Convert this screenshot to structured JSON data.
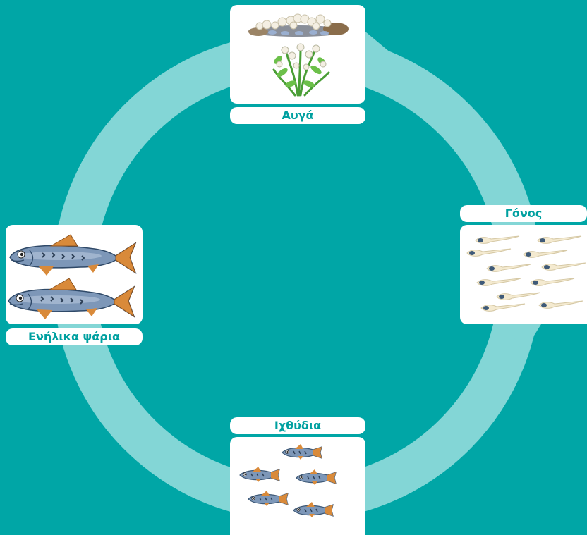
{
  "colors": {
    "background": "#00a6a6",
    "ring": "#83d6d6",
    "label_text": "#00a0a0",
    "card": "#ffffff"
  },
  "stages": [
    {
      "id": "eggs",
      "label": "Αυγά",
      "icon": "eggs-on-plants-icon"
    },
    {
      "id": "fry",
      "label": "Γόνος",
      "icon": "larvae-icon"
    },
    {
      "id": "fingerlings",
      "label": "Ιχθύδια",
      "icon": "young-fish-school-icon"
    },
    {
      "id": "adults",
      "label": "Ενήλικα ψάρια",
      "icon": "adult-fish-icon"
    }
  ]
}
